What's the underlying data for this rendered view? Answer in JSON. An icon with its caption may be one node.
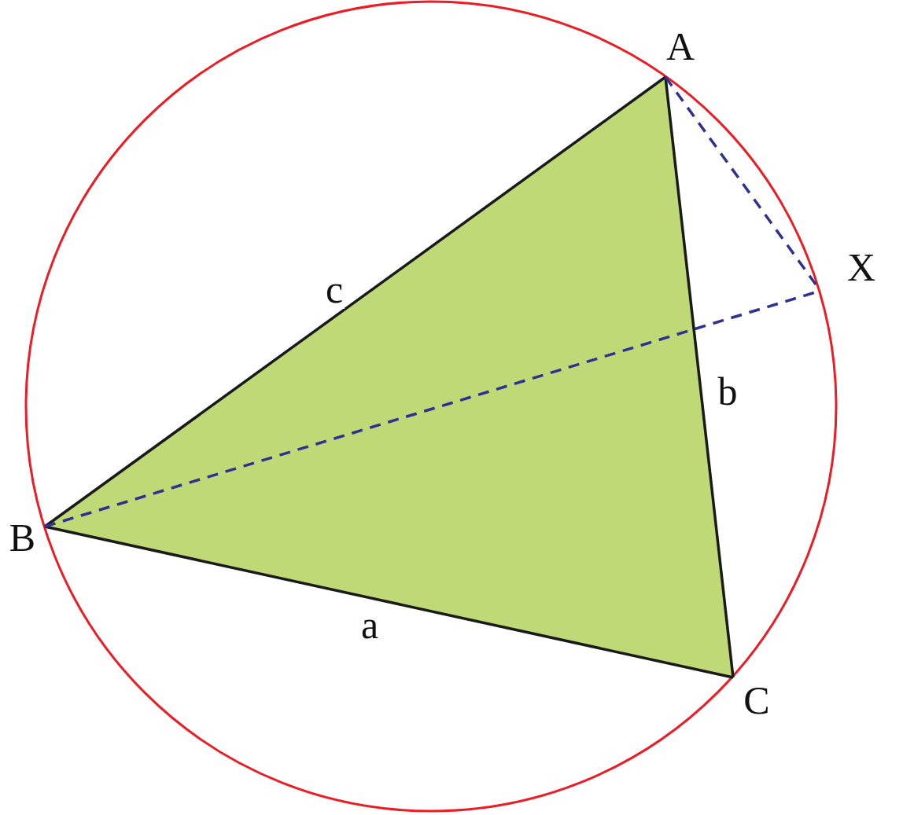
{
  "diagram": {
    "nodes": [
      {
        "text": [
          "A"
        ]
      },
      {
        "text": [
          "B"
        ]
      },
      {
        "text": [
          "C"
        ]
      },
      {
        "text": [
          "X"
        ]
      }
    ],
    "edges": [
      {
        "from": 0,
        "to": 1,
        "arrow": "none",
        "label": "c"
      },
      {
        "from": 1,
        "to": 2,
        "arrow": "none",
        "label": "a"
      },
      {
        "from": 2,
        "to": 0,
        "arrow": "none",
        "label": "b"
      },
      {
        "from": 0,
        "to": 3,
        "arrow": "none",
        "style": "dashed",
        "color": "#2e3192"
      },
      {
        "from": 1,
        "to": 3,
        "arrow": "none",
        "style": "dashed",
        "color": "#2e3192"
      }
    ]
  }
}
